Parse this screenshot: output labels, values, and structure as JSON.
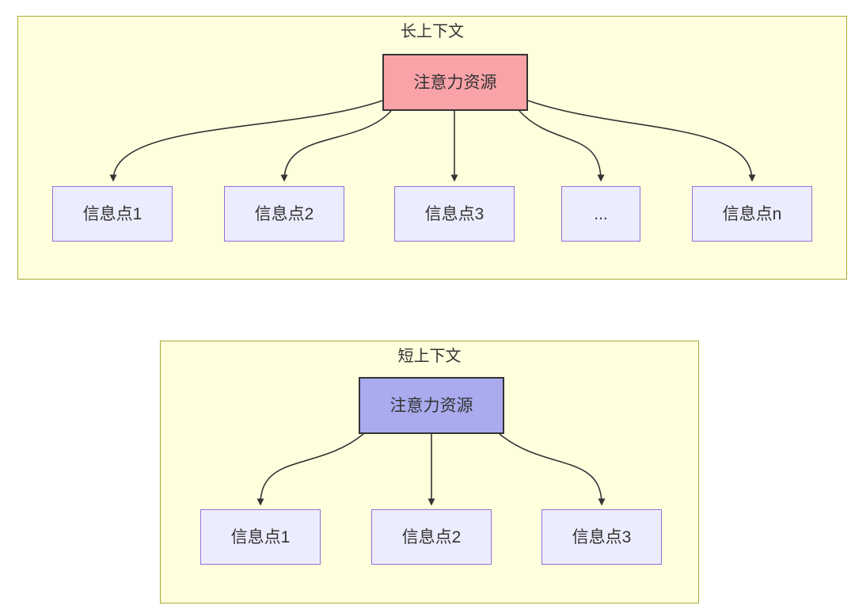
{
  "colors": {
    "group_fill": "#ffffde",
    "group_border": "#aaaa33",
    "root_long_fill": "#f9a3a8",
    "root_short_fill": "#a9abee",
    "root_border": "#333333",
    "child_fill": "#ececff",
    "child_border": "#9370db",
    "edge_color": "#333333",
    "text_color": "#333333"
  },
  "long_context": {
    "title": "长上下文",
    "root_label": "注意力资源",
    "children": [
      "信息点1",
      "信息点2",
      "信息点3",
      "...",
      "信息点n"
    ]
  },
  "short_context": {
    "title": "短上下文",
    "root_label": "注意力资源",
    "children": [
      "信息点1",
      "信息点2",
      "信息点3"
    ]
  }
}
